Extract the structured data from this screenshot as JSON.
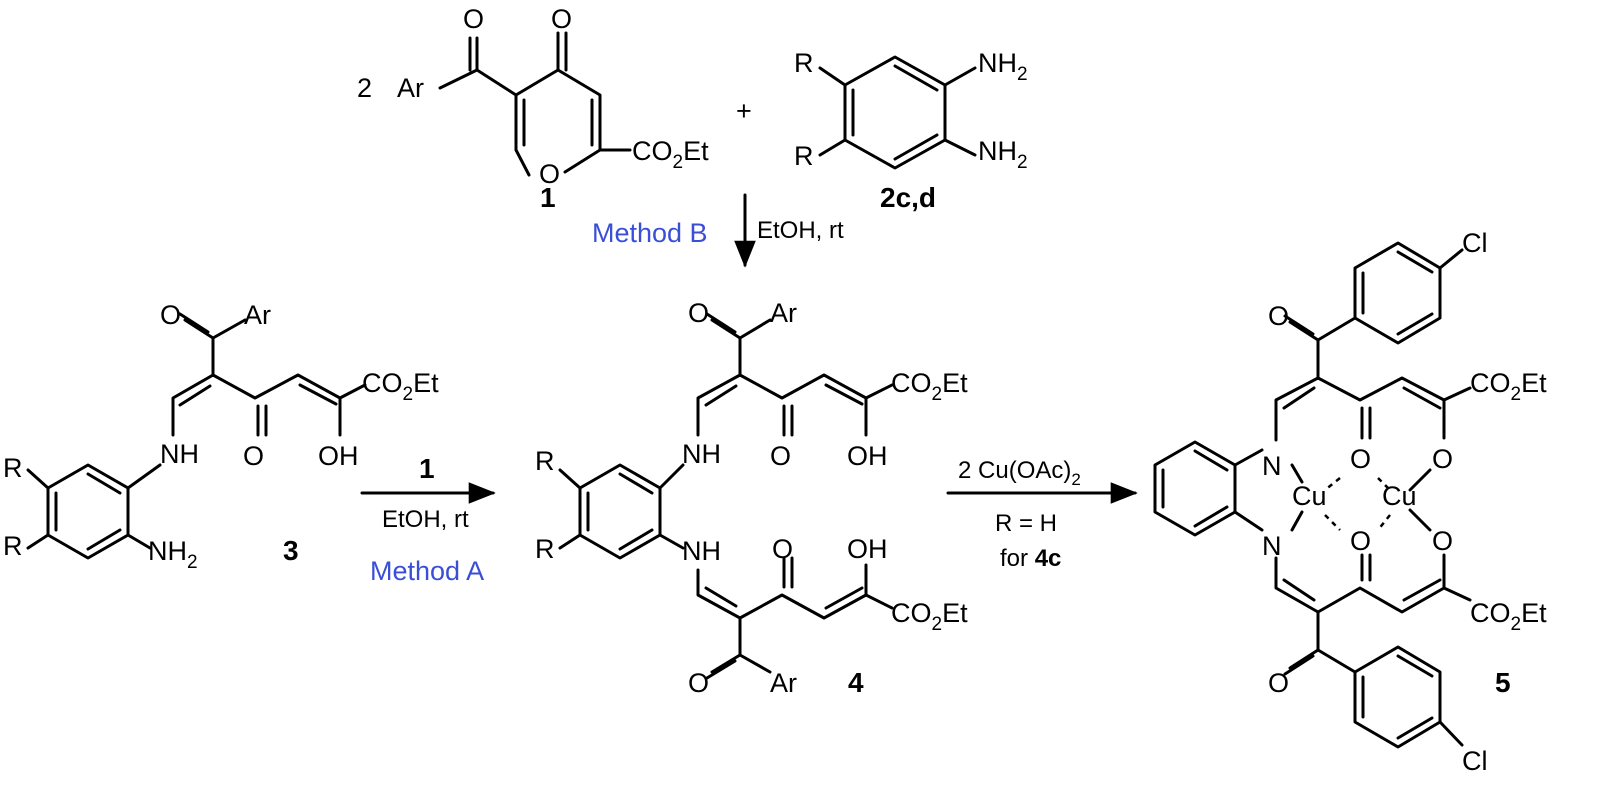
{
  "reactants": {
    "coefficient": "2",
    "plus": "+",
    "compound1_label": "1",
    "compound2_label": "2c,d"
  },
  "atoms": {
    "Ar": "Ar",
    "O": "O",
    "R": "R",
    "NH": "NH",
    "N": "N",
    "OH": "OH",
    "Cu": "Cu",
    "Cl": "Cl",
    "CO2Et_main": "CO",
    "CO2Et_sub": "2",
    "CO2Et_tail": "Et",
    "NH2_main": "NH",
    "NH2_sub": "2"
  },
  "arrows": {
    "methodB": {
      "method": "Method B",
      "conditions": "EtOH, rt"
    },
    "methodA": {
      "reagent": "1",
      "conditions": "EtOH, rt",
      "method": "Method A"
    },
    "complexation": {
      "reagent_main": "2 Cu(OAc)",
      "reagent_sub": "2",
      "condition": "R = H",
      "for_text": "for ",
      "for_compound": "4c"
    }
  },
  "compound_labels": {
    "c3": "3",
    "c4": "4",
    "c5": "5"
  },
  "colors": {
    "method": "#3a4fd6",
    "text": "#000000"
  }
}
